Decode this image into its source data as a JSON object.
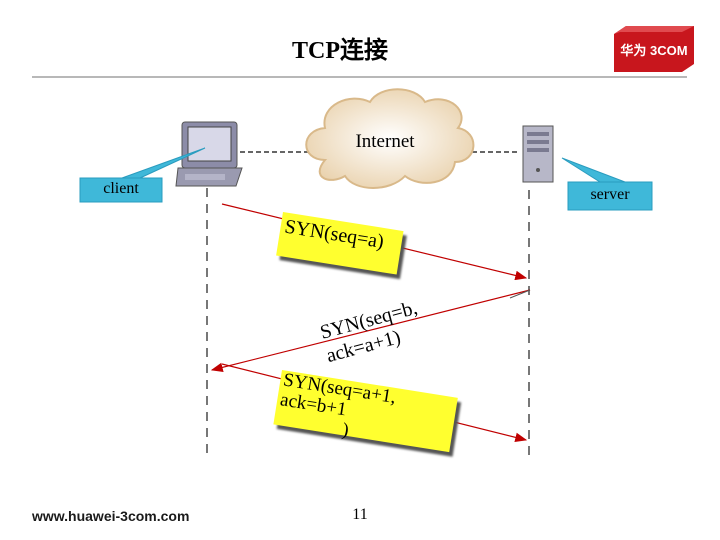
{
  "slide": {
    "title": "TCP连接",
    "logo_text": "华为 3COM",
    "url": "www.huawei-3com.com",
    "page_number": "11"
  },
  "diagram": {
    "client_label": "client",
    "server_label": "server",
    "internet_label": "Internet",
    "messages": [
      {
        "line1": "SYN(seq=a)"
      },
      {
        "line1": "SYN(seq=b, ack=a+1)"
      },
      {
        "line1": "SYN(seq=a+1, ack=b+1",
        "line2": ")"
      }
    ]
  },
  "colors": {
    "callout": "#3fb8d9",
    "message_box": "#ffff2f",
    "arrow": "#c00000",
    "logo": "#c8161d"
  }
}
